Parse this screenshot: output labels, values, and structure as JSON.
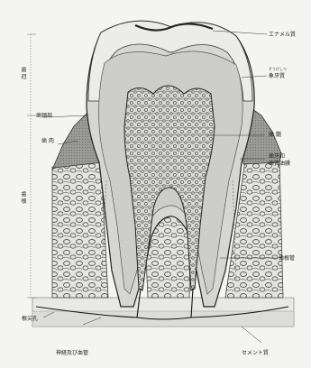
{
  "labels": {
    "enamel": "エナメル質",
    "dentin_ruby": "ぞうげしつ",
    "dentin": "象牙質",
    "pulp": "歯 髄",
    "periodontal": "歯牙和",
    "periodontal2": "歯質油膜",
    "crown": "歯 冠",
    "neck": "歯頸部",
    "gingiva": "歯 肉",
    "root": "歯 根",
    "apex": "根尖孔",
    "root_canal": "歯根管",
    "cementum": "セメント質",
    "nerve_vessel": "神経及び血管"
  }
}
